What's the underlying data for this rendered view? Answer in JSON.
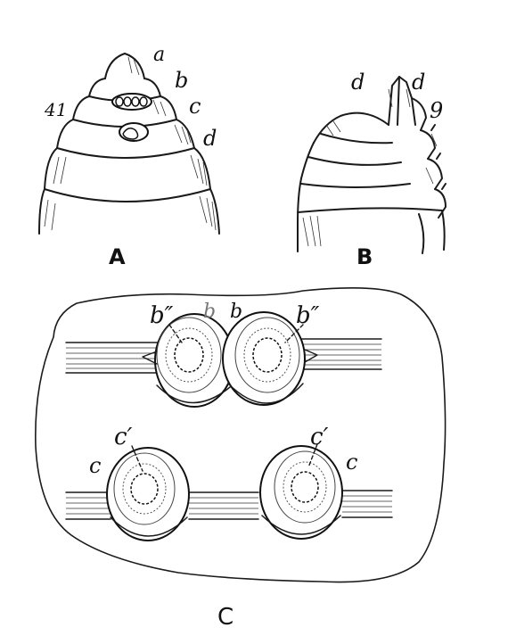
{
  "figure": {
    "panel_a": {
      "caption": "A",
      "labels": {
        "a": "a",
        "b": "b",
        "c": "c",
        "d": "d",
        "side": "41"
      }
    },
    "panel_b": {
      "caption": "B",
      "labels": {
        "d_left": "d",
        "d_right": "d",
        "g": "9"
      }
    },
    "panel_c": {
      "caption": "C",
      "labels": {
        "b2_left": "b″",
        "b_left": "b",
        "b_right": "b",
        "b2_right": "b″",
        "c1_left": "c′",
        "c_left": "c",
        "c1_right": "c′",
        "c_right": "c"
      }
    }
  }
}
